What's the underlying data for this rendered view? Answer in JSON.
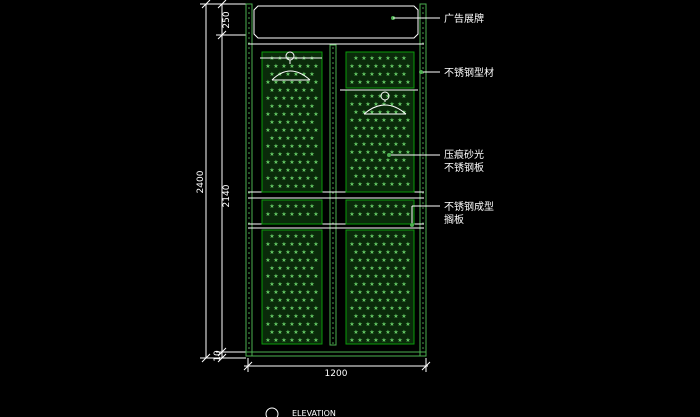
{
  "colors": {
    "background": "#000000",
    "frame": "#4caf50",
    "panel": "#0a7a0a",
    "line": "#ffffff",
    "text": "#ffffff",
    "star": "#66cc66"
  },
  "dimensions": {
    "top": "250",
    "height_total": "2400",
    "height_middle": "2140",
    "bottom": "10",
    "width": "1200"
  },
  "labels": {
    "sign": "广告展牌",
    "frame": "不锈钢型材",
    "panel_line1": "压痕砂光",
    "panel_line2": "不锈钢板",
    "shelf_line1": "不锈钢成型",
    "shelf_line2": "搁板"
  },
  "title": {
    "text": "ELEVATION"
  }
}
